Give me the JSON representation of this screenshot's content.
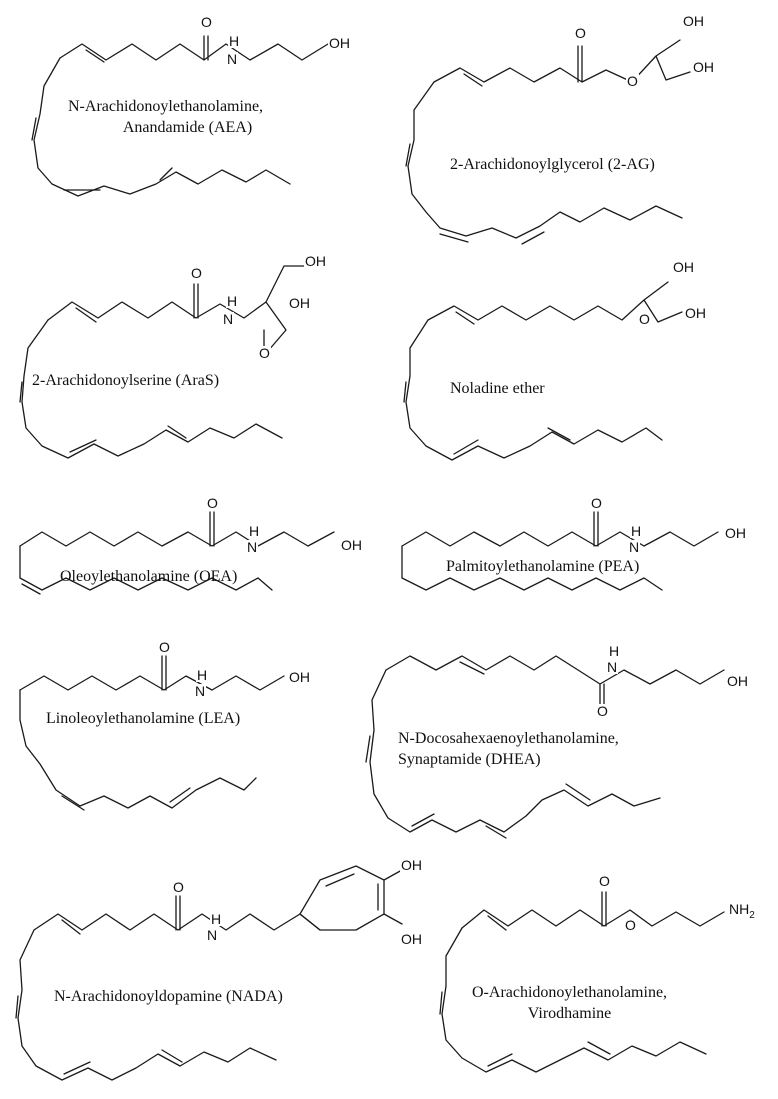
{
  "compounds": [
    {
      "name": "N-Arachidonoylethanolamine,",
      "name2": "Anandamide (AEA)"
    },
    {
      "name": "2-Arachidonoylglycerol (2-AG)"
    },
    {
      "name": "2-Arachidonoylserine (AraS)"
    },
    {
      "name": "Noladine ether"
    },
    {
      "name": "Oleoylethanolamine (OEA)"
    },
    {
      "name": "Palmitoylethanolamine (PEA)"
    },
    {
      "name": "Linoleoylethanolamine (LEA)"
    },
    {
      "name": "N-Docosahexaenoylethanolamine,",
      "name2": "Synaptamide  (DHEA)"
    },
    {
      "name": "N-Arachidonoyldopamine (NADA)"
    },
    {
      "name": "O-Arachidonoylethanolamine,",
      "name2": "Virodhamine"
    }
  ],
  "atoms": {
    "o": "O",
    "oh": "OH",
    "n": "N",
    "h": "H",
    "nh2": "NH",
    "sub2": "2"
  }
}
